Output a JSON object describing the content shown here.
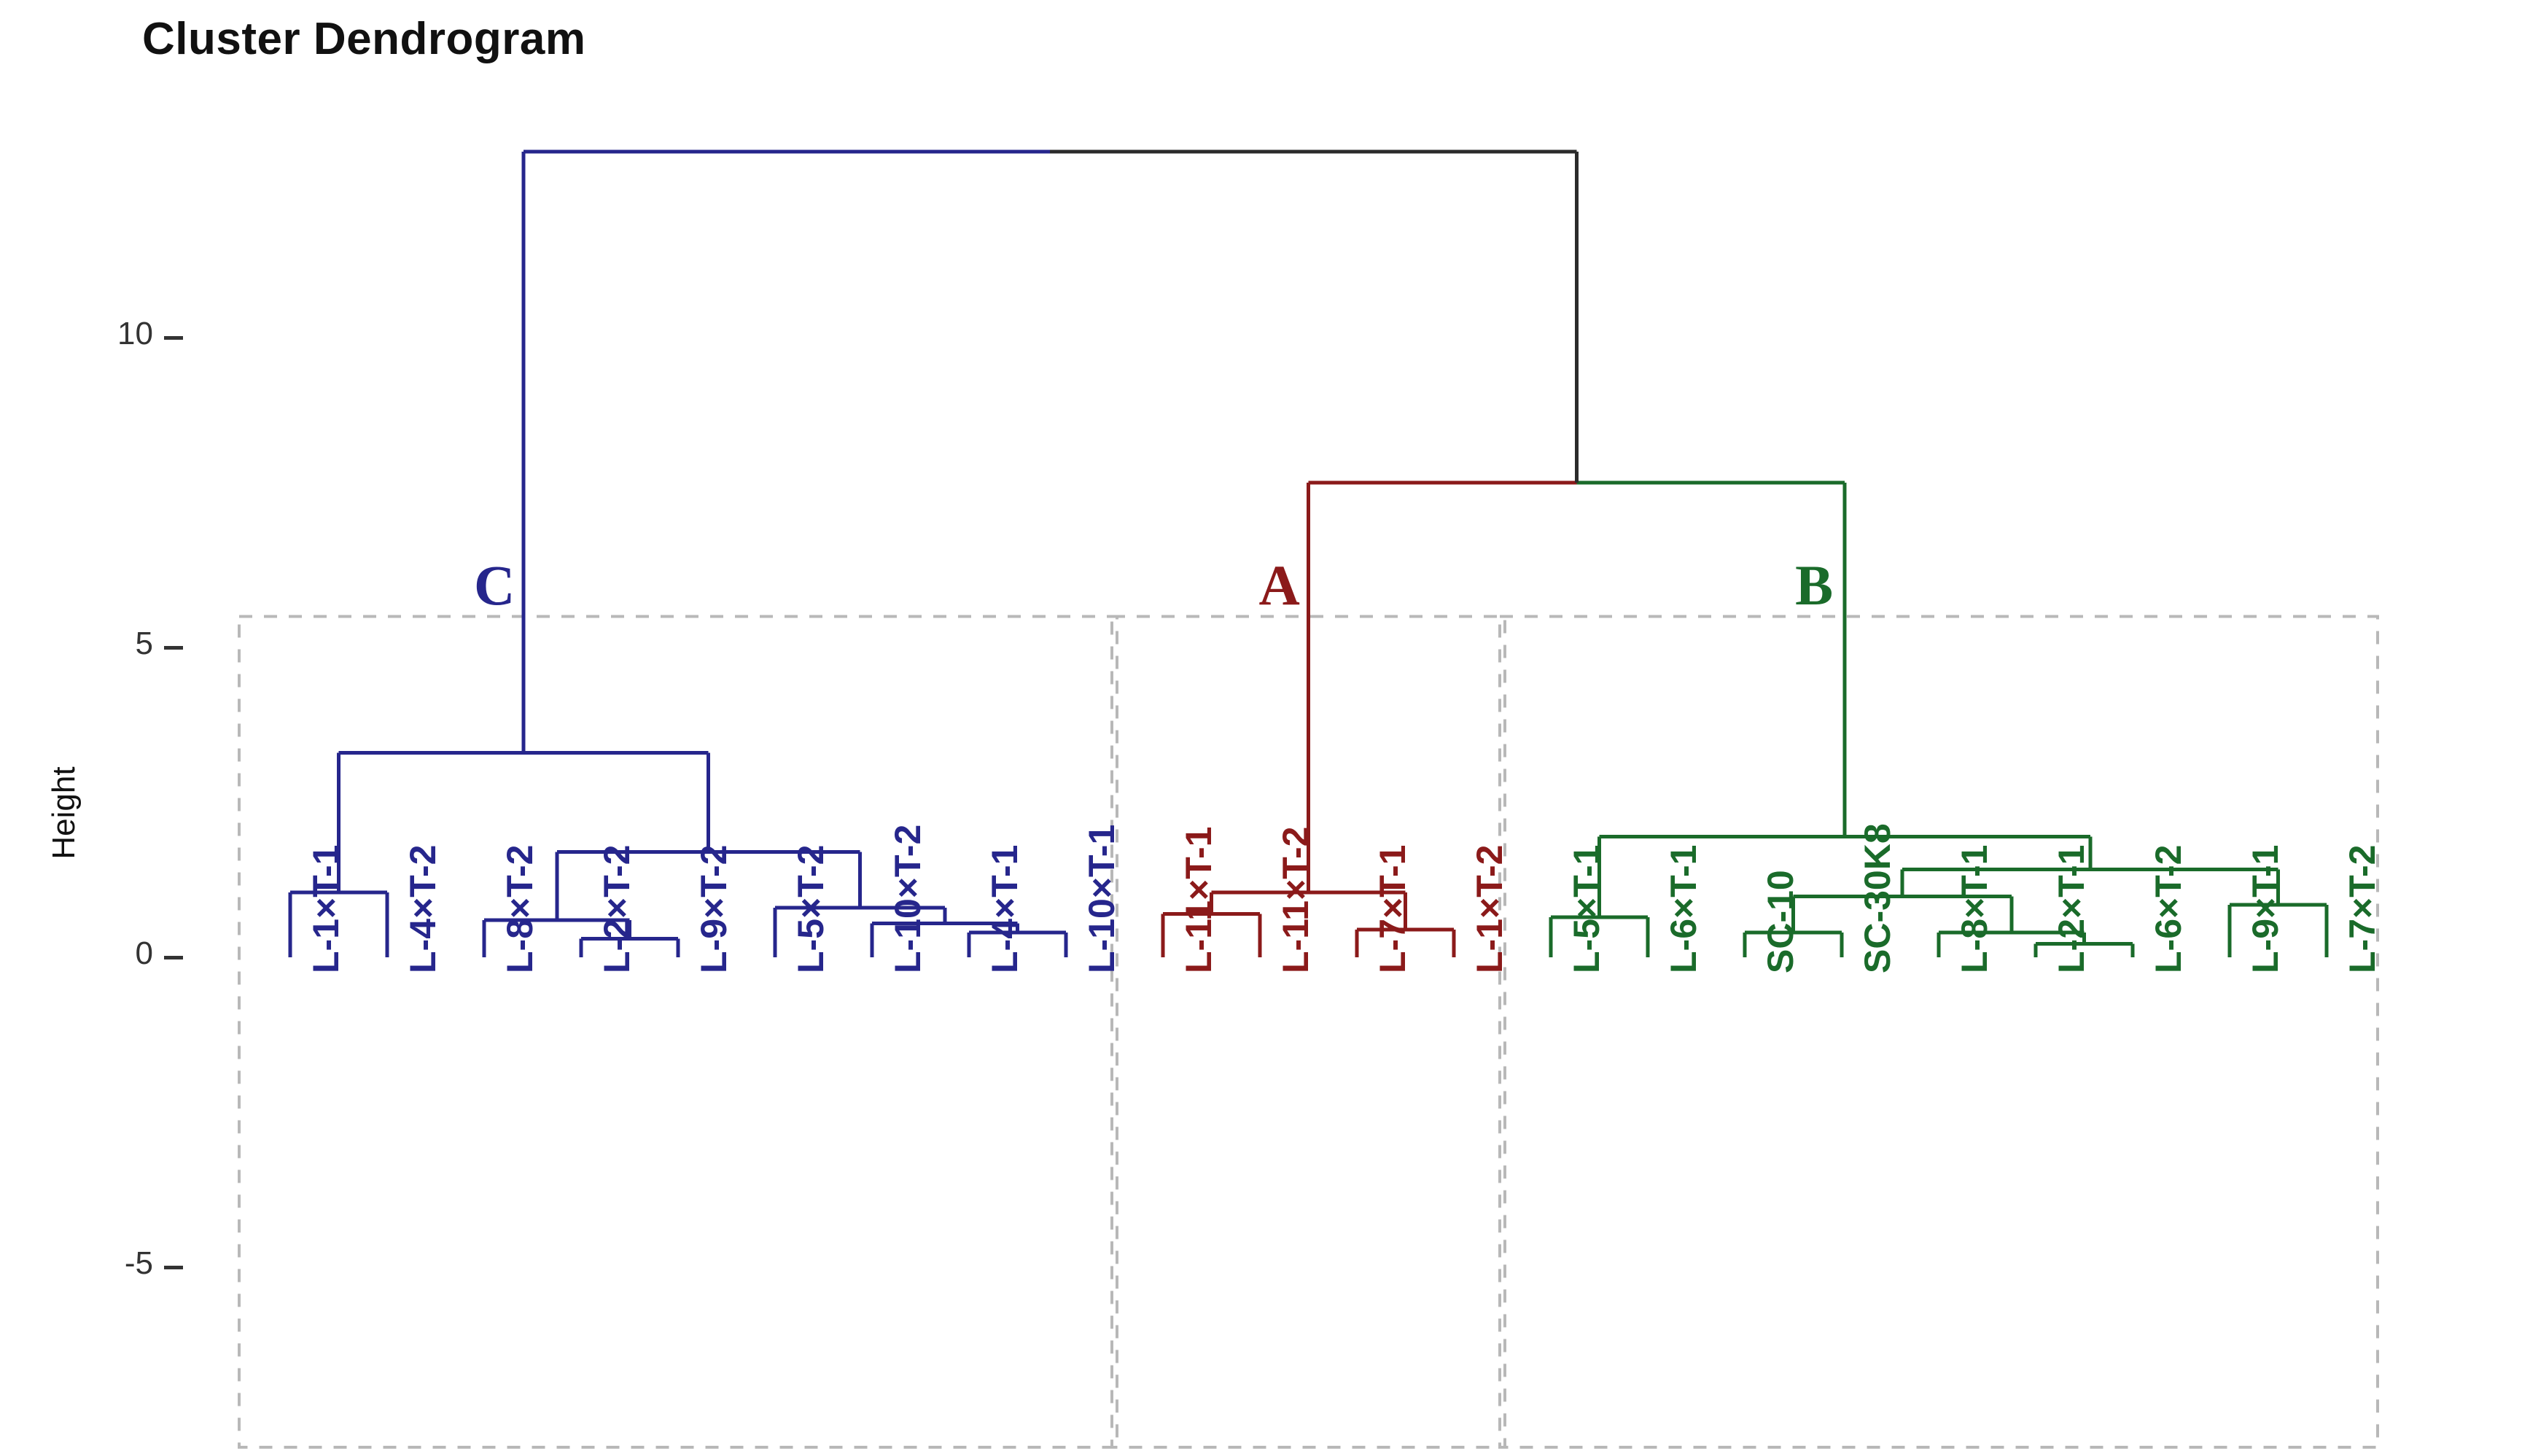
{
  "title": "Cluster Dendrogram",
  "axis": {
    "y_label": "Height",
    "ticks": [
      {
        "label": "10",
        "value": 10
      },
      {
        "label": "5",
        "value": 5
      },
      {
        "label": "0",
        "value": 0
      },
      {
        "label": "-5",
        "value": -5
      }
    ]
  },
  "colors": {
    "cluster_a": "#8B1A1A",
    "cluster_b": "#1A6B2A",
    "cluster_c": "#26268C",
    "root": "#2b2b2b",
    "box": "#b8b8b8",
    "axis_text": "#333333"
  },
  "cluster_tags": [
    {
      "name": "C",
      "label": "C",
      "color": "#26268C"
    },
    {
      "name": "A",
      "label": "A",
      "color": "#8B1A1A"
    },
    {
      "name": "B",
      "label": "B",
      "color": "#1A6B2A"
    }
  ],
  "chart_data": {
    "type": "dendrogram",
    "title": "Cluster Dendrogram",
    "xlabel": "",
    "ylabel": "Height",
    "ylim": [
      -6.5,
      13.8
    ],
    "ytick_values": [
      10,
      5,
      0,
      -5
    ],
    "ytick_labels": [
      "10",
      "5",
      "0",
      "-5"
    ],
    "grid": false,
    "legend": "none",
    "n_leaves": 22,
    "cut_boxes": [
      {
        "cluster": "C",
        "leaf_from": 0,
        "leaf_to": 8
      },
      {
        "cluster": "A",
        "leaf_from": 9,
        "leaf_to": 12
      },
      {
        "cluster": "B",
        "leaf_from": 13,
        "leaf_to": 21
      }
    ],
    "leaves": [
      {
        "index": 0,
        "label": "L-1×T-1",
        "cluster": "C",
        "color": "#26268C"
      },
      {
        "index": 1,
        "label": "L-4×T-2",
        "cluster": "C",
        "color": "#26268C"
      },
      {
        "index": 2,
        "label": "L-8×T-2",
        "cluster": "C",
        "color": "#26268C"
      },
      {
        "index": 3,
        "label": "L-2×T-2",
        "cluster": "C",
        "color": "#26268C"
      },
      {
        "index": 4,
        "label": "L-9×T-2",
        "cluster": "C",
        "color": "#26268C"
      },
      {
        "index": 5,
        "label": "L-5×T-2",
        "cluster": "C",
        "color": "#26268C"
      },
      {
        "index": 6,
        "label": "L-10×T-2",
        "cluster": "C",
        "color": "#26268C"
      },
      {
        "index": 7,
        "label": "L-4×T-1",
        "cluster": "C",
        "color": "#26268C"
      },
      {
        "index": 8,
        "label": "L-10×T-1",
        "cluster": "C",
        "color": "#26268C"
      },
      {
        "index": 9,
        "label": "L-11×T-1",
        "cluster": "A",
        "color": "#8B1A1A"
      },
      {
        "index": 10,
        "label": "L-11×T-2",
        "cluster": "A",
        "color": "#8B1A1A"
      },
      {
        "index": 11,
        "label": "L-7×T-1",
        "cluster": "A",
        "color": "#8B1A1A"
      },
      {
        "index": 12,
        "label": "L-1×T-2",
        "cluster": "A",
        "color": "#8B1A1A"
      },
      {
        "index": 13,
        "label": "L-5×T-1",
        "cluster": "B",
        "color": "#1A6B2A"
      },
      {
        "index": 14,
        "label": "L-6×T-1",
        "cluster": "B",
        "color": "#1A6B2A"
      },
      {
        "index": 15,
        "label": "SC-10",
        "cluster": "B",
        "color": "#1A6B2A"
      },
      {
        "index": 16,
        "label": "SC-30K8",
        "cluster": "B",
        "color": "#1A6B2A"
      },
      {
        "index": 17,
        "label": "L-8×T-1",
        "cluster": "B",
        "color": "#1A6B2A"
      },
      {
        "index": 18,
        "label": "L-2×T-1",
        "cluster": "B",
        "color": "#1A6B2A"
      },
      {
        "index": 19,
        "label": "L-6×T-2",
        "cluster": "B",
        "color": "#1A6B2A"
      },
      {
        "index": 20,
        "label": "L-9×T-1",
        "cluster": "B",
        "color": "#1A6B2A"
      },
      {
        "index": 21,
        "label": "L-7×T-2",
        "cluster": "B",
        "color": "#1A6B2A"
      }
    ],
    "merges": [
      {
        "id": "c1",
        "left": {
          "leaf": 0
        },
        "right": {
          "leaf": 1
        },
        "height": 1.05,
        "color": "#26268C"
      },
      {
        "id": "c2",
        "left": {
          "leaf": 2
        },
        "right": {
          "node": "c3"
        },
        "height": 0.6,
        "color": "#26268C"
      },
      {
        "id": "c3",
        "left": {
          "leaf": 3
        },
        "right": {
          "leaf": 4
        },
        "height": 0.3,
        "color": "#26268C"
      },
      {
        "id": "c4",
        "left": {
          "leaf": 5
        },
        "right": {
          "node": "c5"
        },
        "height": 0.8,
        "color": "#26268C"
      },
      {
        "id": "c5",
        "left": {
          "leaf": 6
        },
        "right": {
          "node": "c6"
        },
        "height": 0.55,
        "color": "#26268C"
      },
      {
        "id": "c6",
        "left": {
          "leaf": 7
        },
        "right": {
          "leaf": 8
        },
        "height": 0.4,
        "color": "#26268C"
      },
      {
        "id": "c7",
        "left": {
          "node": "c2"
        },
        "right": {
          "node": "c4"
        },
        "height": 1.7,
        "color": "#26268C"
      },
      {
        "id": "croot",
        "left": {
          "node": "c1"
        },
        "right": {
          "node": "c7"
        },
        "height": 3.3,
        "color": "#26268C"
      },
      {
        "id": "a1",
        "left": {
          "leaf": 9
        },
        "right": {
          "leaf": 10
        },
        "height": 0.7,
        "color": "#8B1A1A"
      },
      {
        "id": "a2",
        "left": {
          "leaf": 11
        },
        "right": {
          "leaf": 12
        },
        "height": 0.45,
        "color": "#8B1A1A"
      },
      {
        "id": "aroot",
        "left": {
          "node": "a1"
        },
        "right": {
          "node": "a2"
        },
        "height": 1.05,
        "color": "#8B1A1A"
      },
      {
        "id": "b1",
        "left": {
          "leaf": 13
        },
        "right": {
          "leaf": 14
        },
        "height": 0.65,
        "color": "#1A6B2A"
      },
      {
        "id": "b2",
        "left": {
          "leaf": 15
        },
        "right": {
          "leaf": 16
        },
        "height": 0.4,
        "color": "#1A6B2A"
      },
      {
        "id": "b3",
        "left": {
          "leaf": 17
        },
        "right": {
          "node": "b4"
        },
        "height": 0.4,
        "color": "#1A6B2A"
      },
      {
        "id": "b4",
        "left": {
          "leaf": 18
        },
        "right": {
          "leaf": 19
        },
        "height": 0.22,
        "color": "#1A6B2A"
      },
      {
        "id": "b5",
        "left": {
          "node": "b2"
        },
        "right": {
          "node": "b3"
        },
        "height": 0.98,
        "color": "#1A6B2A"
      },
      {
        "id": "b6",
        "left": {
          "leaf": 20
        },
        "right": {
          "leaf": 21
        },
        "height": 0.85,
        "color": "#1A6B2A"
      },
      {
        "id": "b7",
        "left": {
          "node": "b5"
        },
        "right": {
          "node": "b6"
        },
        "height": 1.42,
        "color": "#1A6B2A"
      },
      {
        "id": "broot",
        "left": {
          "node": "b1"
        },
        "right": {
          "node": "b7"
        },
        "height": 1.95,
        "color": "#1A6B2A"
      },
      {
        "id": "ab",
        "left": {
          "node": "aroot"
        },
        "right": {
          "node": "broot"
        },
        "height": 7.66,
        "color": "#8B1A1A",
        "right_color": "#1A6B2A"
      },
      {
        "id": "root",
        "left": {
          "node": "croot"
        },
        "right": {
          "node": "ab"
        },
        "height": 13.0,
        "color": "#26268C",
        "right_color": "#2b2b2b"
      }
    ]
  }
}
